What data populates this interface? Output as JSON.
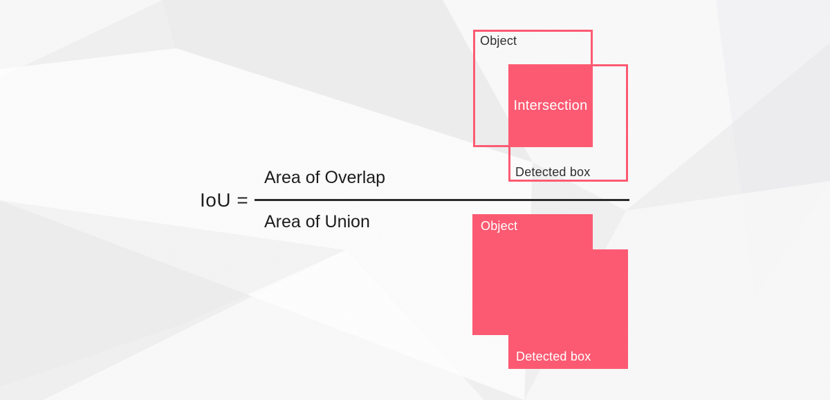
{
  "title": "Intersection over Union (IoU) explainer diagram",
  "colors": {
    "accent_pink": "#fc5a72",
    "text_dark": "#1f1f1f",
    "label_white": "#ffffff",
    "background": "#f0f0f1",
    "fraction_bar": "#2a2a2a"
  },
  "formula": {
    "lhs": "IoU =",
    "numerator": "Area of Overlap",
    "denominator": "Area of Union"
  },
  "overlap_diagram": {
    "object_label": "Object",
    "intersection_label": "Intersection",
    "detected_label": "Detected box"
  },
  "union_diagram": {
    "object_label": "Object",
    "detected_label": "Detected box"
  }
}
